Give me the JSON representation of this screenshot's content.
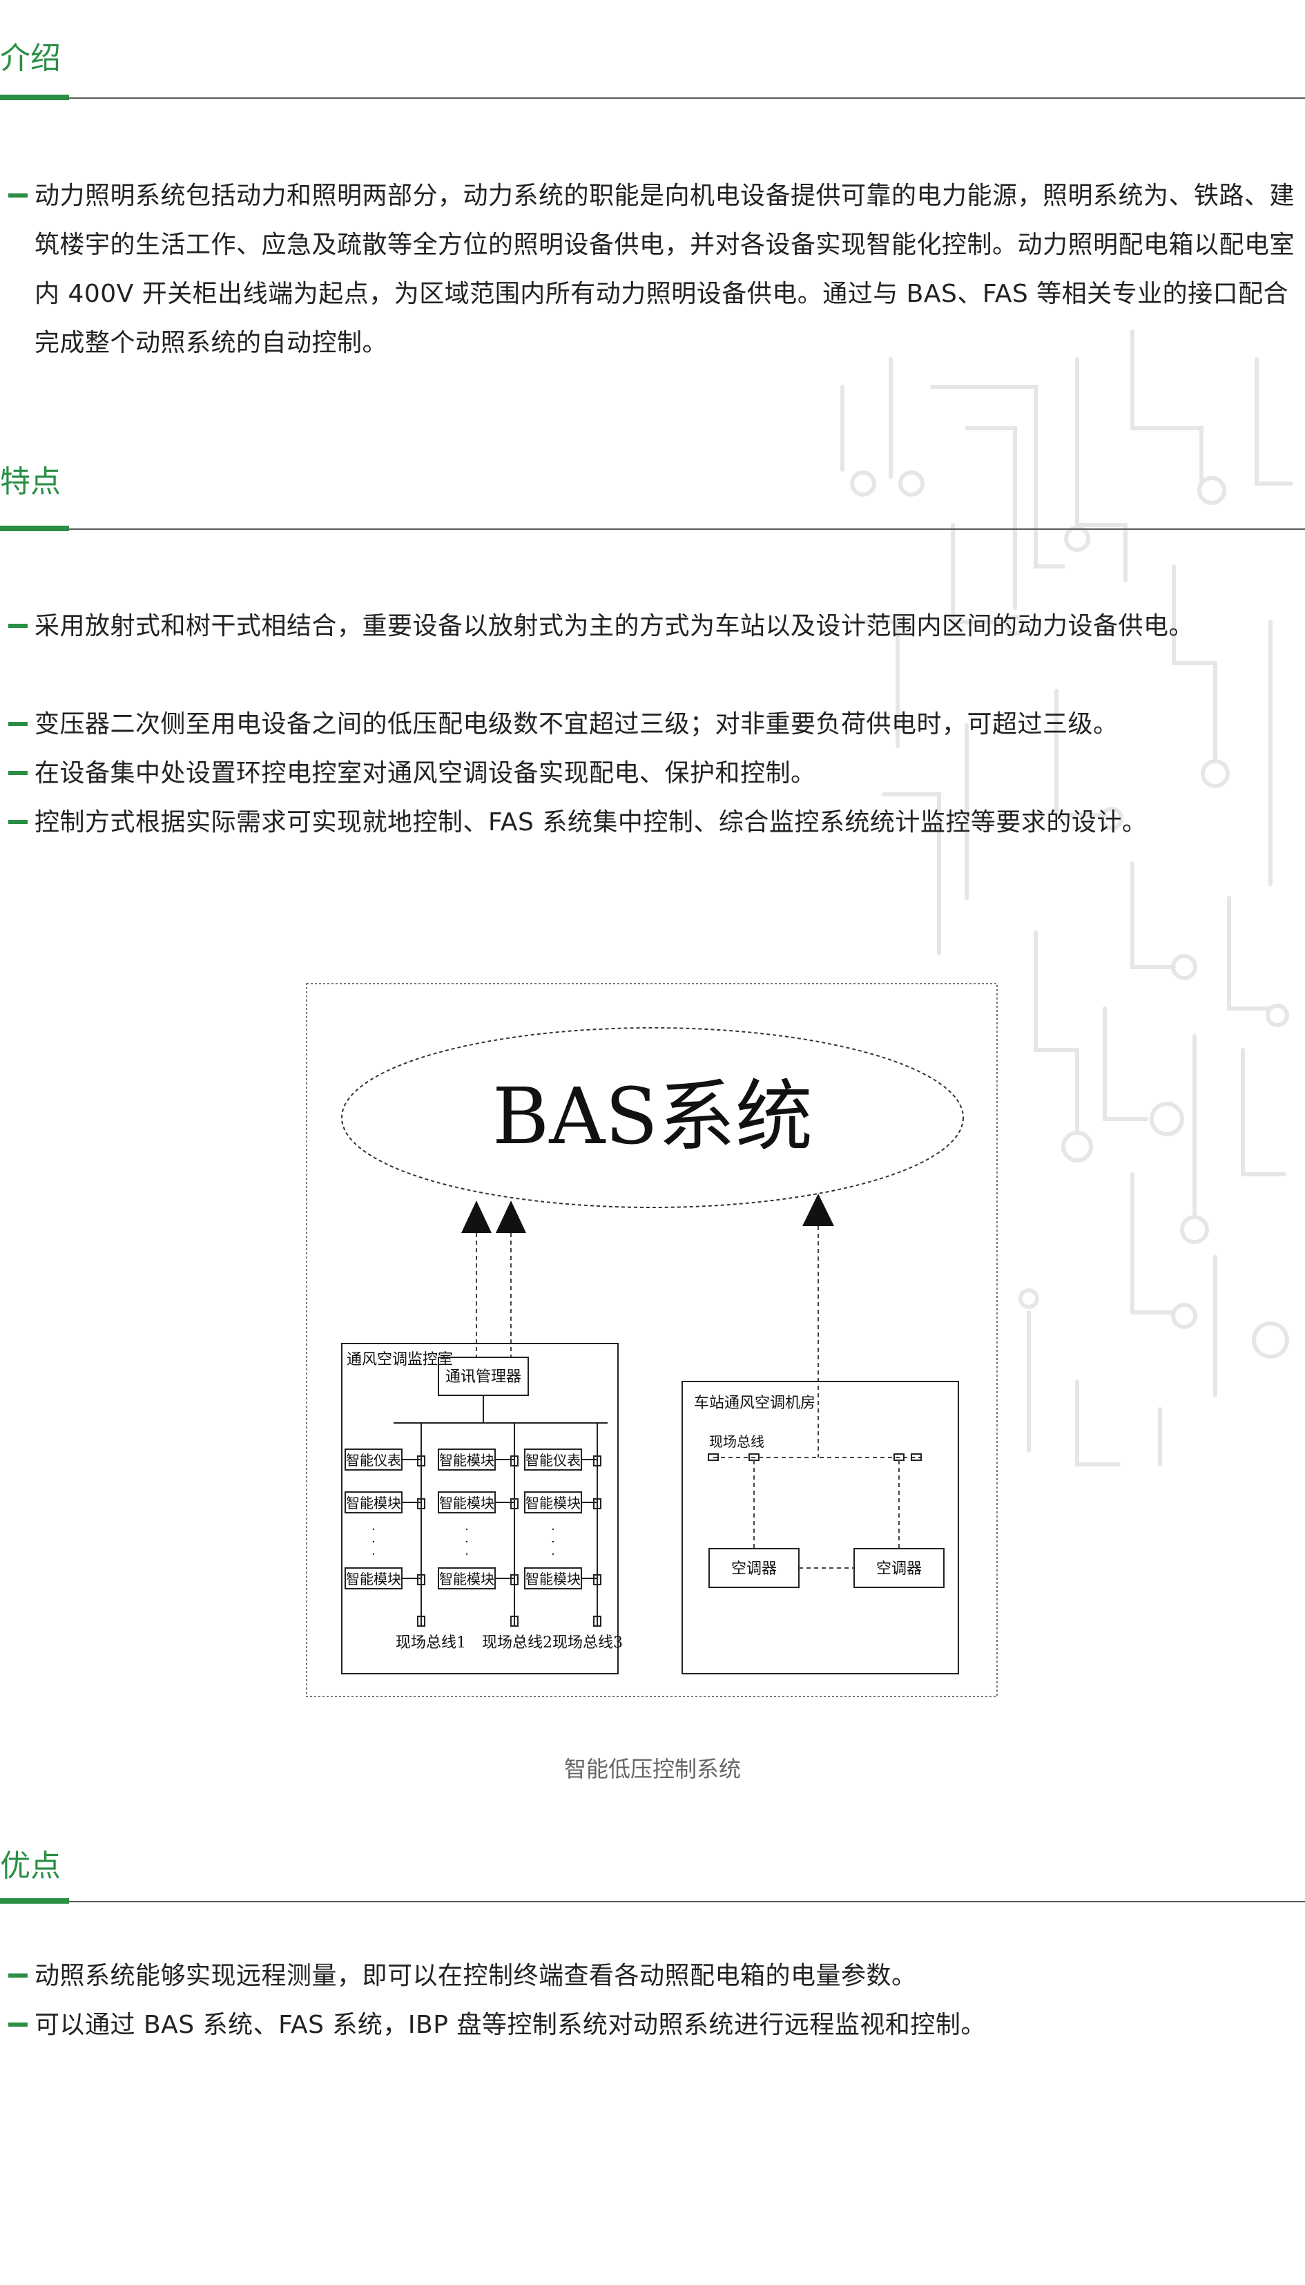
{
  "colors": {
    "accent": "#2a8f45",
    "rule": "#5a5a5a",
    "text": "#222222",
    "caption": "#666666"
  },
  "sections": {
    "intro": {
      "title": "介绍",
      "paragraph": "动力照明系统包括动力和照明两部分，动力系统的职能是向机电设备提供可靠的电力能源，照明系统为、铁路、建筑楼宇的生活工作、应急及疏散等全方位的照明设备供电，并对各设备实现智能化控制。动力照明配电箱以配电室内 400V 开关柜出线端为起点，为区域范围内所有动力照明设备供电。通过与 BAS、FAS 等相关专业的接口配合完成整个动照系统的自动控制。"
    },
    "features": {
      "title": "特点",
      "items": [
        "采用放射式和树干式相结合，重要设备以放射式为主的方式为车站以及设计范围内区间的动力设备供电。",
        "变压器二次侧至用电设备之间的低压配电级数不宜超过三级；对非重要负荷供电时，可超过三级。",
        "在设备集中处设置环控电控室对通风空调设备实现配电、保护和控制。",
        "控制方式根据实际需求可实现就地控制、FAS 系统集中控制、综合监控系统统计监控等要求的设计。"
      ]
    },
    "advantages": {
      "title": "优点",
      "items": [
        "动照系统能够实现远程测量，即可以在控制终端查看各动照配电箱的电量参数。",
        "可以通过 BAS 系统、FAS 系统，IBP 盘等控制系统对动照系统进行远程监视和控制。"
      ]
    }
  },
  "diagram": {
    "bas_label": "BAS系统",
    "left_room_label": "通风空调监控室",
    "comm_manager": "通讯管理器",
    "col1": [
      "智能仪表",
      "智能模块",
      "智能模块"
    ],
    "col2": [
      "智能模块",
      "智能模块",
      "智能模块"
    ],
    "col3": [
      "智能仪表",
      "智能模块",
      "智能模块"
    ],
    "bus_labels": [
      "现场总线1",
      "现场总线2",
      "现场总线3"
    ],
    "dots": "·\n·\n·\n·",
    "right_room_label": "车站通风空调机房",
    "field_bus_label": "现场总线",
    "ac_left": "空调器",
    "ac_right": "空调器",
    "caption": "智能低压控制系统"
  }
}
